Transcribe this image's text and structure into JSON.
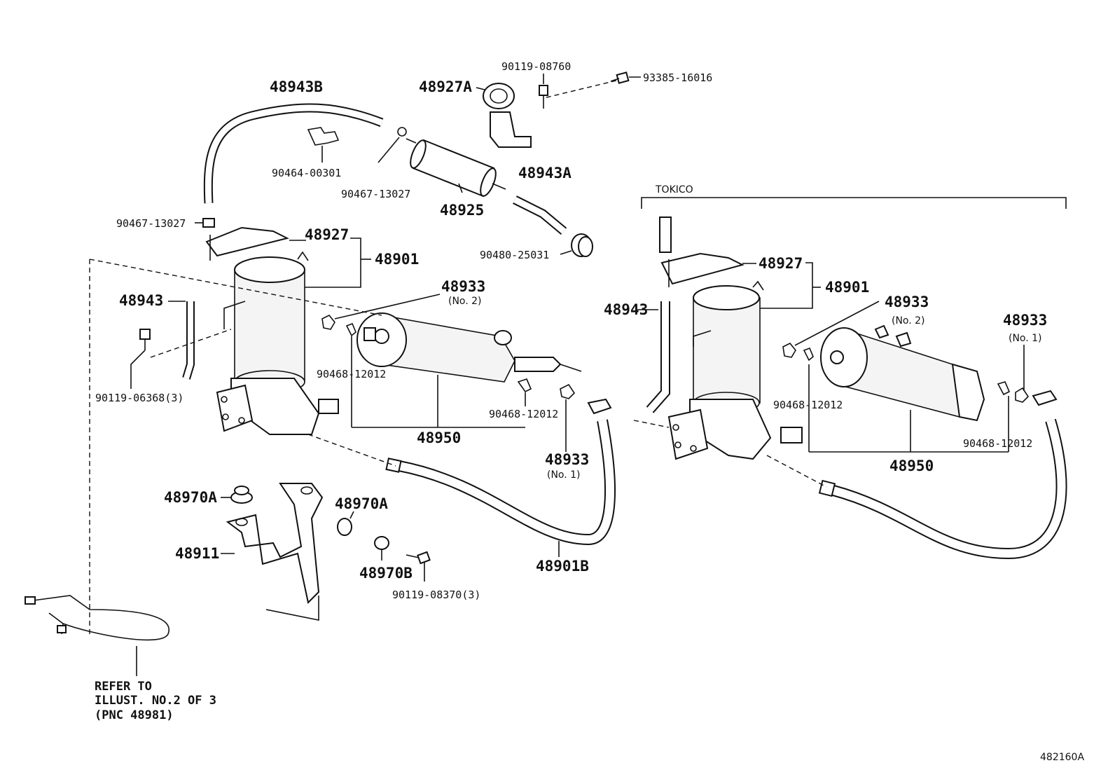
{
  "diagram": {
    "image_code": "482160A",
    "variant_label": "TOKICO",
    "refer_note": [
      "REFER TO",
      "ILLUST. NO.2 OF 3",
      "(PNC 48981)"
    ],
    "left_assembly": {
      "p48943B": "48943B",
      "p48927A": "48927A",
      "p90119_08760": "90119-08760",
      "p93385_16016": "93385-16016",
      "p90464_00301": "90464-00301",
      "p90467_13027_top": "90467-13027",
      "p48925": "48925",
      "p48943A": "48943A",
      "p90467_13027_side": "90467-13027",
      "p48927": "48927",
      "p48901": "48901",
      "p90480_25031": "90480-25031",
      "p48943": "48943",
      "p48933_no2": "48933",
      "p48933_no2_note": "(No. 2)",
      "p90468_12012_a": "90468-12012",
      "p90119_06368": "90119-06368(3)",
      "p90468_12012_b": "90468-12012",
      "p48950": "48950",
      "p48933_no1": "48933",
      "p48933_no1_note": "(No. 1)",
      "p48970A_left": "48970A",
      "p48970A_right": "48970A",
      "p48911": "48911",
      "p48970B": "48970B",
      "p90119_08370": "90119-08370(3)",
      "p48901B": "48901B"
    },
    "right_assembly": {
      "p48927": "48927",
      "p48901": "48901",
      "p48943": "48943",
      "p48933_no2": "48933",
      "p48933_no2_note": "(No. 2)",
      "p48933_no1": "48933",
      "p48933_no1_note": "(No. 1)",
      "p90468_12012_a": "90468-12012",
      "p90468_12012_b": "90468-12012",
      "p48950": "48950"
    }
  }
}
